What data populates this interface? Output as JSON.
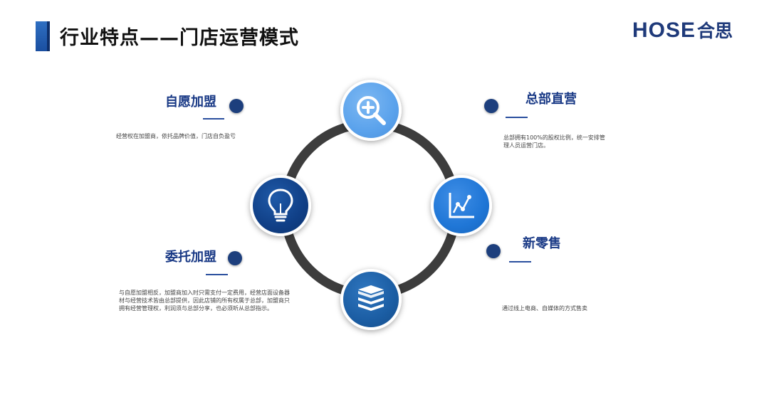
{
  "header": {
    "title": "行业特点——门店运营模式",
    "logo_latin": "HOSE",
    "logo_cn": "合思"
  },
  "sections": {
    "self_franchise": {
      "title": "自愿加盟",
      "desc": "经营权在加盟商，依托品牌价值，门店自负盈亏"
    },
    "direct": {
      "title": "总部直营",
      "desc": "总部拥有100%的股权比例，统一安排管理人员运营门店。"
    },
    "entrusted": {
      "title": "委托加盟",
      "desc": "与自愿加盟相反，加盟商加入时只需支付一定费用，经营店面设备器材与经营技术皆由总部提供，因此店铺的所有权属于总部，加盟商只拥有经营管理权，利润须与总部分享，也必须听从总部指示。"
    },
    "new_retail": {
      "title": "新零售",
      "desc": "通过线上电商、自媒体的方式售卖"
    }
  },
  "icons": {
    "top": "search-plus-icon",
    "right": "line-chart-icon",
    "bottom": "books-icon",
    "left": "lightbulb-icon"
  },
  "colors": {
    "ring": "#3d3d3d",
    "node_top": "#5aa2ec",
    "node_right": "#1f76d6",
    "node_bottom": "#1b5da3",
    "node_left": "#103f86",
    "accent": "#1a3a86"
  }
}
